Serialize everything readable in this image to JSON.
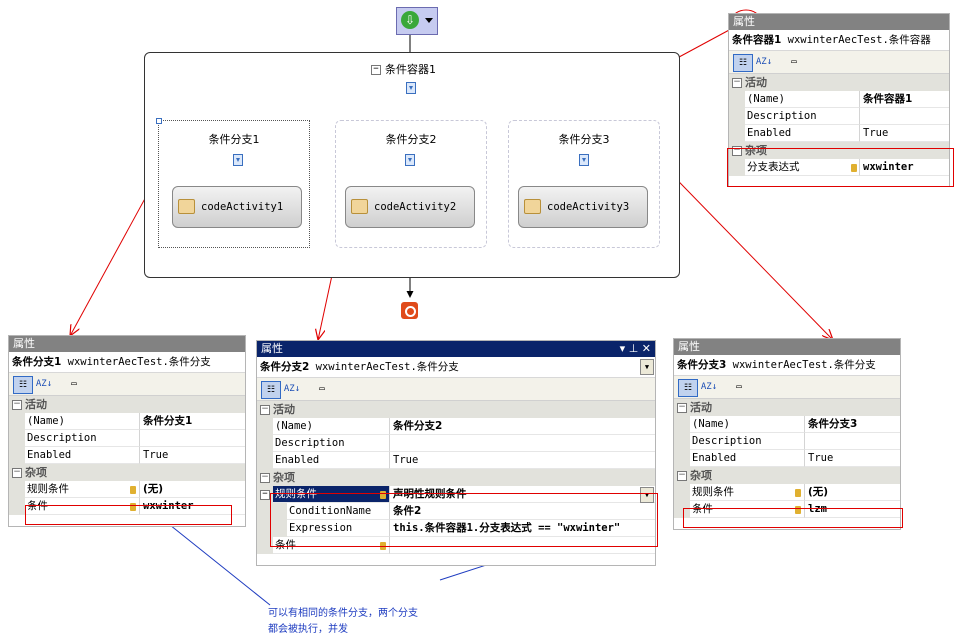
{
  "designer": {
    "container_title": "条件容器1",
    "branches": [
      {
        "title": "条件分支1",
        "activity": "codeActivity1"
      },
      {
        "title": "条件分支2",
        "activity": "codeActivity2"
      },
      {
        "title": "条件分支3",
        "activity": "codeActivity3"
      }
    ]
  },
  "panel_top": {
    "title": "属性",
    "object_name": "条件容器1",
    "object_type": "wxwinterAecTest.条件容器",
    "cat_activity": "活动",
    "props": [
      {
        "name": "(Name)",
        "value": "条件容器1"
      },
      {
        "name": "Description",
        "value": ""
      },
      {
        "name": "Enabled",
        "value": "True"
      }
    ],
    "cat_misc": "杂项",
    "misc": [
      {
        "name": "分支表达式",
        "value": "wxwinter"
      }
    ]
  },
  "panel_left": {
    "title": "属性",
    "object_name": "条件分支1",
    "object_type": "wxwinterAecTest.条件分支",
    "cat_activity": "活动",
    "props": [
      {
        "name": "(Name)",
        "value": "条件分支1"
      },
      {
        "name": "Description",
        "value": ""
      },
      {
        "name": "Enabled",
        "value": "True"
      }
    ],
    "cat_misc": "杂项",
    "misc": [
      {
        "name": "规则条件",
        "value": "(无)"
      },
      {
        "name": "条件",
        "value": "wxwinter"
      }
    ]
  },
  "panel_mid": {
    "title": "属性",
    "title_buttons": "▾ ⊥ ✕",
    "object_name": "条件分支2",
    "object_type": "wxwinterAecTest.条件分支",
    "cat_activity": "活动",
    "props": [
      {
        "name": "(Name)",
        "value": "条件分支2"
      },
      {
        "name": "Description",
        "value": ""
      },
      {
        "name": "Enabled",
        "value": "True"
      }
    ],
    "cat_misc": "杂项",
    "rule_name": "规则条件",
    "rule_value": "声明性规则条件",
    "sub": [
      {
        "name": "ConditionName",
        "value": "条件2"
      },
      {
        "name": "Expression",
        "value": "this.条件容器1.分支表达式 == \"wxwinter\""
      }
    ],
    "cond_name": "条件",
    "cond_value": ""
  },
  "panel_right": {
    "title": "属性",
    "object_name": "条件分支3",
    "object_type": "wxwinterAecTest.条件分支",
    "cat_activity": "活动",
    "props": [
      {
        "name": "(Name)",
        "value": "条件分支3"
      },
      {
        "name": "Description",
        "value": ""
      },
      {
        "name": "Enabled",
        "value": "True"
      }
    ],
    "cat_misc": "杂项",
    "misc": [
      {
        "name": "规则条件",
        "value": "(无)"
      },
      {
        "name": "条件",
        "value": "lzm"
      }
    ]
  },
  "toolbar_icons": [
    "categorized-icon",
    "alphabetical-icon",
    "property-pages-icon"
  ],
  "note": {
    "line1": "可以有相同的条件分支，两个分支",
    "line2": "都会被执行，并发"
  },
  "colors": {
    "annotation": "#e00000",
    "note": "#1e3cc0",
    "active_title": "#0a246a",
    "inactive_title": "#828282"
  }
}
